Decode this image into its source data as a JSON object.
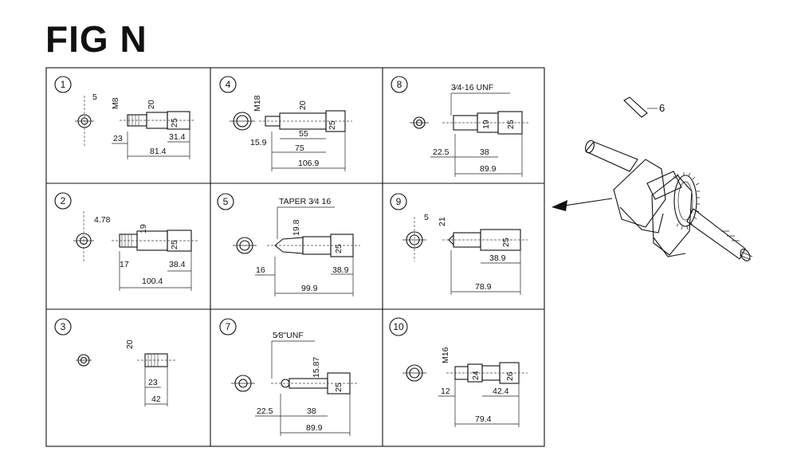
{
  "title": "FIG N",
  "callout": {
    "number": "6"
  },
  "panels": [
    {
      "number": "1",
      "labels": [
        "5",
        "M8",
        "20",
        "25",
        "23",
        "31.4",
        "81.4"
      ]
    },
    {
      "number": "2",
      "labels": [
        "4.78",
        "19",
        "25",
        "17",
        "38.4",
        "100.4"
      ]
    },
    {
      "number": "3",
      "labels": [
        "20",
        "23",
        "42"
      ]
    },
    {
      "number": "4",
      "labels": [
        "M18",
        "20",
        "25",
        "55",
        "15.9",
        "75",
        "106.9"
      ]
    },
    {
      "number": "5",
      "labels": [
        "TAPER 3⁄4 16",
        "19.8",
        "25",
        "16",
        "38.9",
        "99.9"
      ]
    },
    {
      "number": "7",
      "labels": [
        "5⁄8\"UNF",
        "15.87",
        "25",
        "22.5",
        "38",
        "89.9"
      ]
    },
    {
      "number": "8",
      "labels": [
        "3⁄4-16 UNF",
        "19",
        "25",
        "22.5",
        "38",
        "89.9"
      ]
    },
    {
      "number": "9",
      "labels": [
        "5",
        "21",
        "25",
        "38.9",
        "78.9"
      ]
    },
    {
      "number": "10",
      "labels": [
        "M16",
        "24",
        "26",
        "12",
        "42.4",
        "79.4"
      ]
    }
  ],
  "icons": [
    "crankshaft-exploded-icon",
    "key-pin-icon",
    "arrow-left-icon"
  ]
}
